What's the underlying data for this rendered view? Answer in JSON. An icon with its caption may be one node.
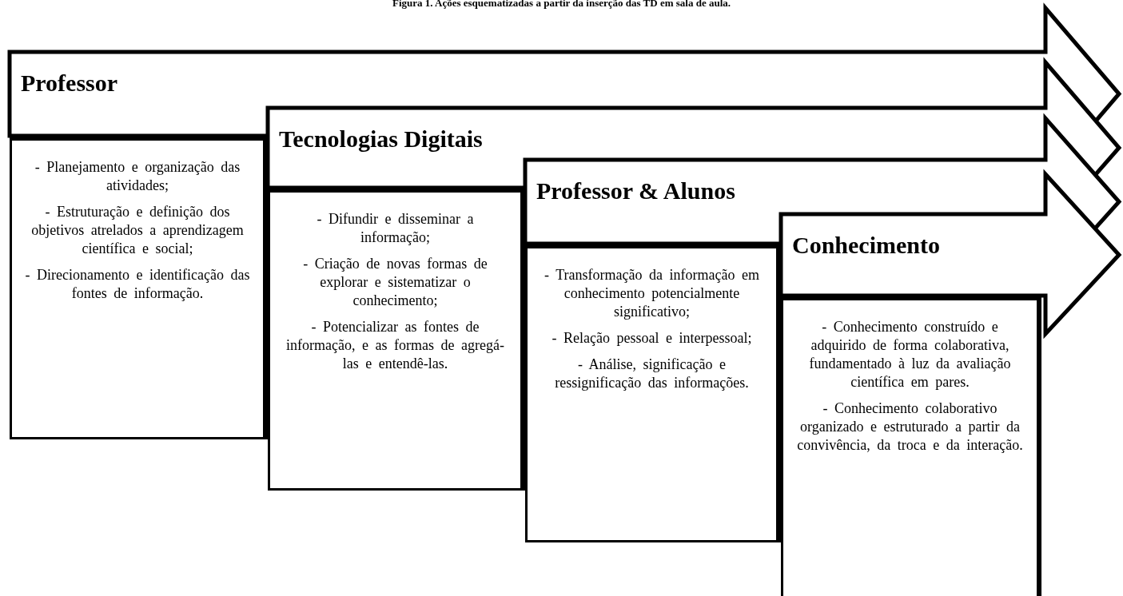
{
  "diagram": {
    "title": "Figura 1. Ações esquematizadas a partir da inserção das TD em sala de aula.",
    "nodes": [
      {
        "text": [
          "Professor"
        ]
      },
      {
        "text": [
          "- Planejamento e organização das atividades;",
          "- Estruturação e definição dos objetivos atrelados a aprendizagem científica e social;",
          "- Direcionamento e identificação das fontes de informação."
        ]
      },
      {
        "text": [
          "Tecnologias Digitais"
        ]
      },
      {
        "text": [
          "- Difundir e disseminar a informação;",
          "- Criação de novas formas de explorar e sistematizar o conhecimento;",
          "- Potencializar as fontes de informação, e as formas de agregá-las e entendê-las."
        ]
      },
      {
        "text": [
          "Professor & Alunos"
        ]
      },
      {
        "text": [
          "- Transformação da informação em conhecimento potencialmente significativo;",
          "- Relação pessoal e interpessoal;",
          "- Análise, significação e ressignificação das informações."
        ]
      },
      {
        "text": [
          "Conhecimento"
        ]
      },
      {
        "text": [
          "- Conhecimento construído e adquirido de forma colaborativa, fundamentado à luz da avaliação científica em pares.",
          "- Conhecimento colaborativo organizado e estruturado a partir da convivência, da troca e da interação."
        ]
      }
    ]
  }
}
